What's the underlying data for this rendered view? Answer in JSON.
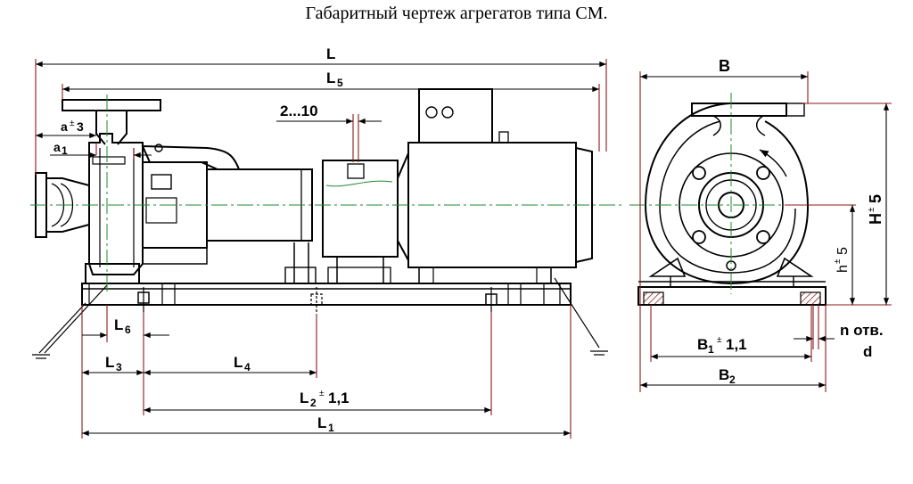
{
  "title": "Габаритный чертеж агрегатов типа СМ.",
  "colors": {
    "line": "#000000",
    "dimension": "#8b1a1a",
    "axis": "#1e8a2e"
  },
  "labels": {
    "L": "L",
    "L5": "L",
    "L5_sub": "5",
    "gap": "2...10",
    "a3": "a",
    "a3_pm": "±",
    "a3_val": "3",
    "a1": "a",
    "a1_sub": "1",
    "L6": "L",
    "L6_sub": "6",
    "L3": "L",
    "L3_sub": "3",
    "L4": "L",
    "L4_sub": "4",
    "L2": "L",
    "L2_sub": "2",
    "L2_pm": "±",
    "L2_val": "1,1",
    "L1": "L",
    "L1_sub": "1",
    "B": "B",
    "B1": "B",
    "B1_sub": "1",
    "B1_pm": "±",
    "B1_val": "1,1",
    "B2": "B",
    "B2_sub": "2",
    "H": "H",
    "H_pm": "±",
    "H_val": "5",
    "h": "h",
    "h_pm": "±",
    "h_val": "5",
    "n_holes": "n отв.",
    "d": "d"
  }
}
